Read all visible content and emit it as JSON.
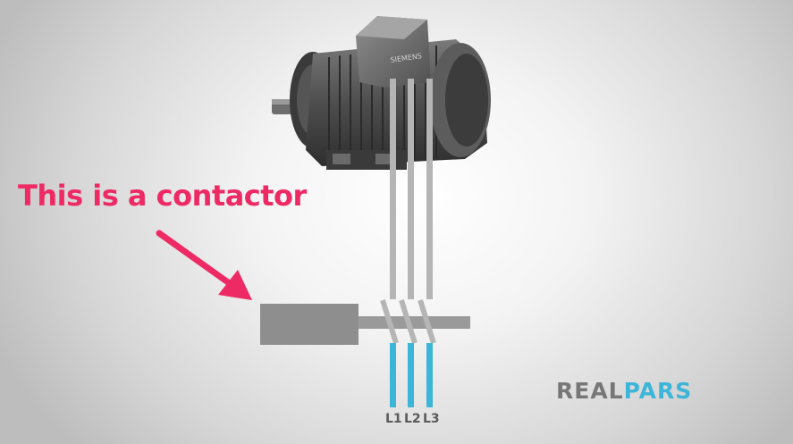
{
  "caption": {
    "text": "This is a contactor"
  },
  "motor": {
    "brand_text": "SIEMENS"
  },
  "phases": [
    "L1",
    "L2",
    "L3"
  ],
  "logo": {
    "part1": "REAL",
    "part2": "PARS"
  },
  "colors": {
    "caption": "#ee2a65",
    "arrow": "#ee2a65",
    "wire_top": "#b5b5b5",
    "wire_bottom": "#3bb5d8",
    "contactor_body": "#8e8e8e",
    "contactor_bar": "#9a9a9a",
    "phase_label": "#5a5a5a",
    "logo_real": "#777777",
    "logo_pars": "#3bb5d8"
  }
}
